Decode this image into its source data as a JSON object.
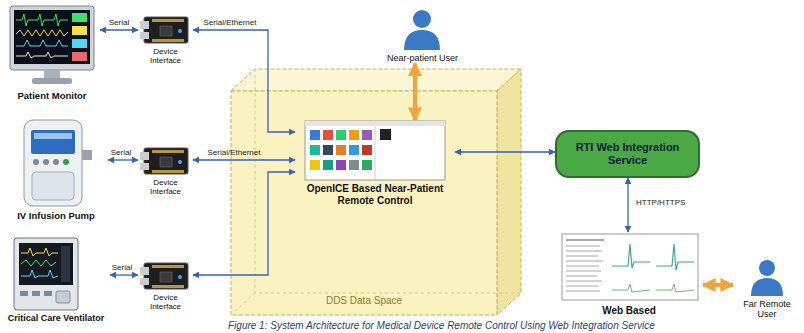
{
  "diagram": {
    "caption": "Figure 1: System Architecture for Medical Device Remote Control Using Web Integration Service",
    "nodes": [
      {
        "text": [
          "Patient Monitor"
        ]
      },
      {
        "text": [
          "Device Interface"
        ]
      },
      {
        "text": [
          "Near-patient User"
        ]
      },
      {
        "text": [
          "DDS Data Space"
        ]
      },
      {
        "text": [
          "OpenICE Based Near-Patient Remote Control"
        ],
        "in": 3
      },
      {
        "text": [
          "RTI Web Integration Service"
        ]
      },
      {
        "text": [
          "IV Infusion Pump"
        ]
      },
      {
        "text": [
          "Device Interface"
        ]
      },
      {
        "text": [
          "Critical Care Ventilator"
        ]
      },
      {
        "text": [
          "Device Interface"
        ]
      },
      {
        "text": [
          "Web Based"
        ]
      },
      {
        "text": [
          "Far Remote User"
        ]
      }
    ],
    "edges": [
      {
        "from": 0,
        "to": 1,
        "label": "Serial",
        "arrow": "both"
      },
      {
        "from": 1,
        "to": 4,
        "label": "Serial/Ethernet",
        "arrow": "both"
      },
      {
        "from": 6,
        "to": 7,
        "label": "Serial",
        "arrow": "both"
      },
      {
        "from": 7,
        "to": 4,
        "label": "Serial/Ethernet",
        "arrow": "both"
      },
      {
        "from": 8,
        "to": 9,
        "label": "Serial",
        "arrow": "both"
      },
      {
        "from": 9,
        "to": 4,
        "arrow": "both"
      },
      {
        "from": 2,
        "to": 4,
        "arrow": "both"
      },
      {
        "from": 4,
        "to": 5,
        "arrow": "both"
      },
      {
        "from": 5,
        "to": 10,
        "label": "HTTP/HTTPS",
        "arrow": "both"
      },
      {
        "from": 10,
        "to": 11,
        "arrow": "both"
      }
    ]
  }
}
